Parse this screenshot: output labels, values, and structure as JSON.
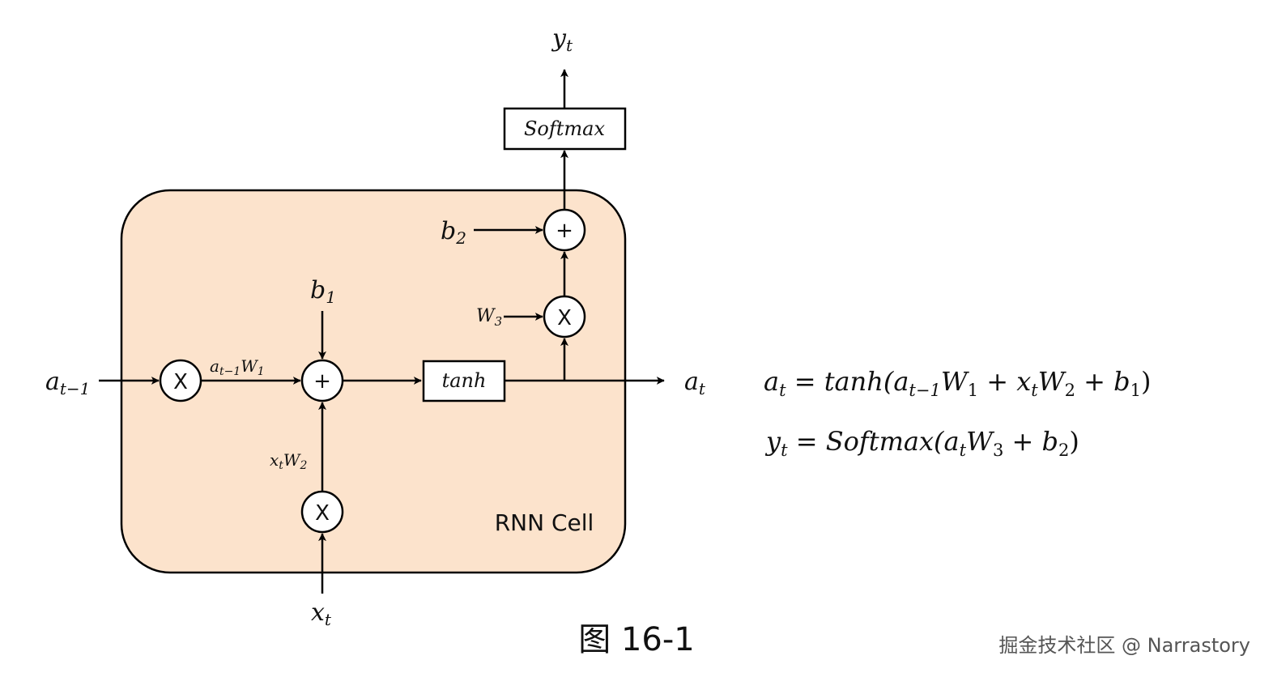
{
  "colors": {
    "cell_fill": "#fce3cc",
    "stroke": "#000000",
    "background": "#ffffff"
  },
  "cell": {
    "label": "RNN Cell"
  },
  "nodes": {
    "mult_a": "X",
    "mult_x": "X",
    "mult_w3": "X",
    "add_b1": "+",
    "add_b2": "+",
    "tanh": "tanh",
    "softmax": "Softmax"
  },
  "inputs": {
    "a_prev": {
      "base": "a",
      "sub": "t−1"
    },
    "x_t": {
      "base": "x",
      "sub": "t"
    },
    "b1": {
      "base": "b",
      "sub": "1"
    },
    "b2": {
      "base": "b",
      "sub": "2"
    },
    "W3": {
      "base": "W",
      "sub": "3"
    }
  },
  "outputs": {
    "a_t": {
      "base": "a",
      "sub": "t"
    },
    "y_t": {
      "base": "y",
      "sub": "t"
    }
  },
  "edge_labels": {
    "aW1": {
      "a": "a",
      "a_sub": "t−1",
      "w": "W",
      "w_sub": "1"
    },
    "xW2": {
      "x": "x",
      "x_sub": "t",
      "w": "W",
      "w_sub": "2"
    }
  },
  "equations": {
    "eq1": {
      "lhs": "a",
      "lhs_sub": "t",
      "eq": " = ",
      "fn": "tanh(",
      "t1": "a",
      "t1_sub": "t−1",
      "t1w": "W",
      "t1w_sub": "1",
      "plus1": " + ",
      "t2": "x",
      "t2_sub": "t",
      "t2w": "W",
      "t2w_sub": "2",
      "plus2": " + ",
      "t3": "b",
      "t3_sub": "1",
      "close": ")"
    },
    "eq2": {
      "lhs": "y",
      "lhs_sub": "t",
      "eq": " = ",
      "fn": "Softmax(",
      "t1": "a",
      "t1_sub": "t",
      "t1w": "W",
      "t1w_sub": "3",
      "plus1": " + ",
      "t2": "b",
      "t2_sub": "2",
      "close": ")"
    }
  },
  "caption": "图 16-1",
  "watermark": "掘金技术社区 @ Narrastory"
}
